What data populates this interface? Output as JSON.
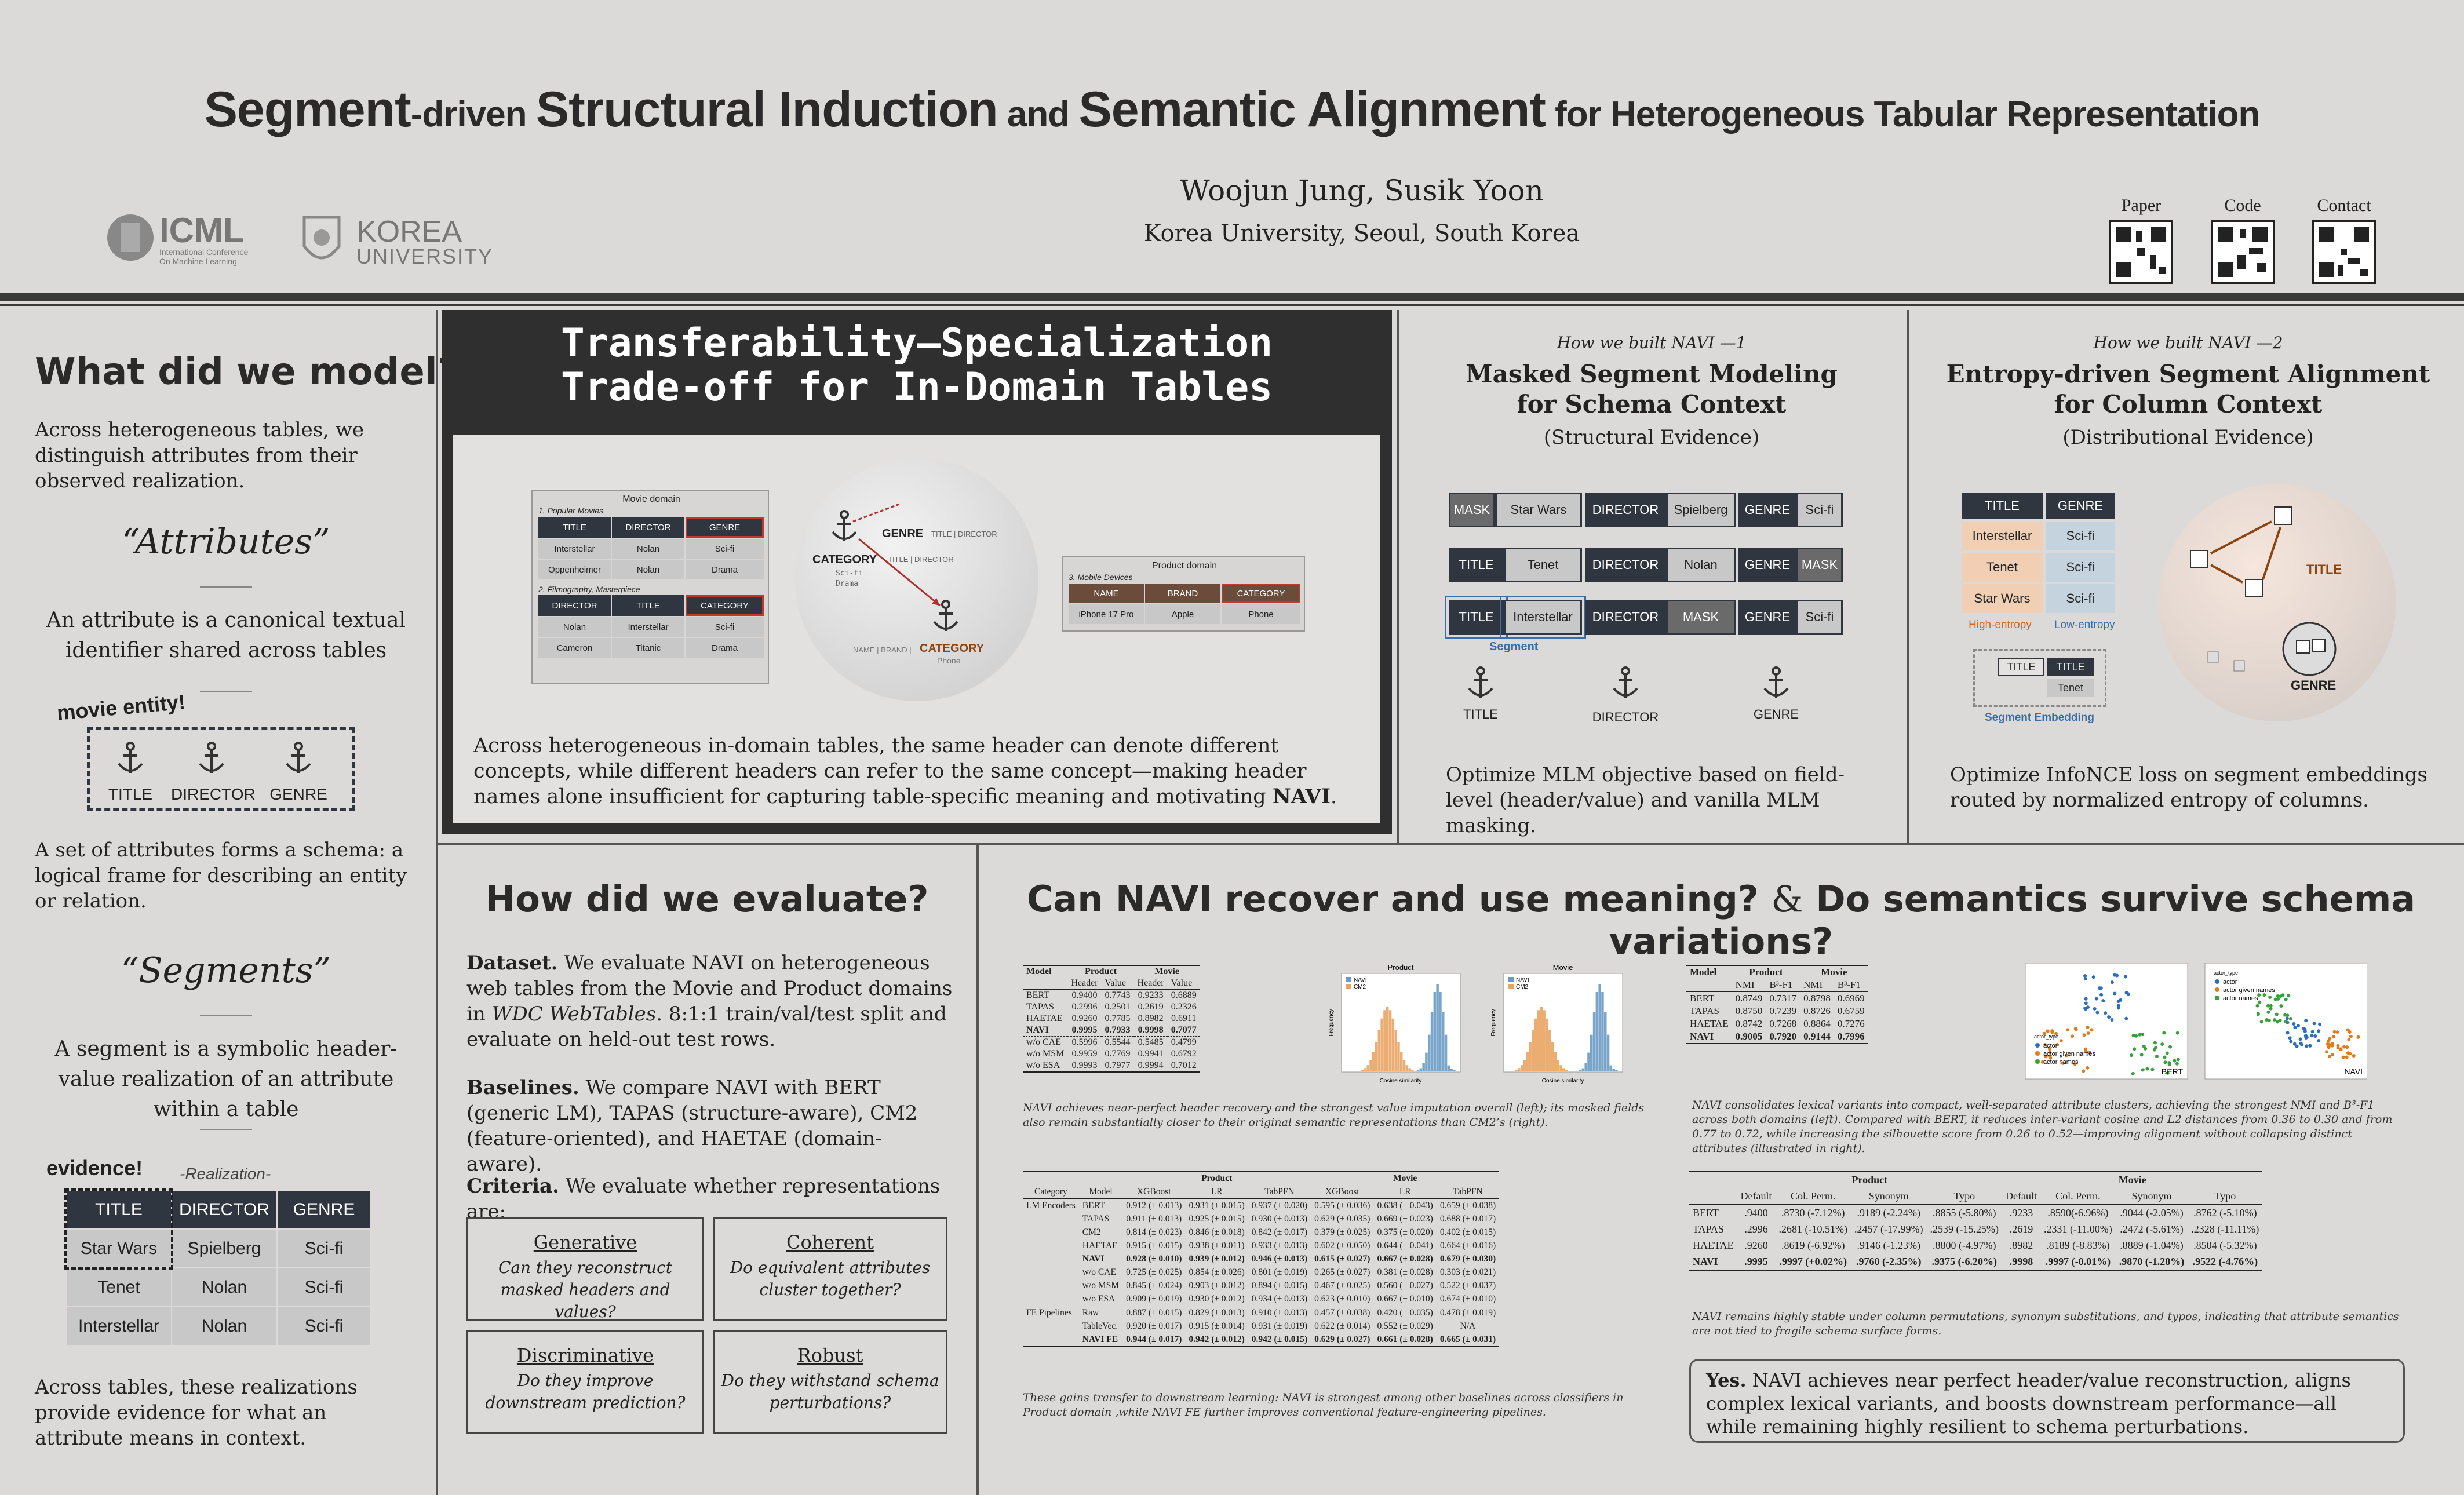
{
  "header": {
    "title_parts": [
      "Segment",
      "-driven ",
      "Structural Induction",
      " and ",
      "Semantic Alignment",
      " for Heterogeneous Tabular Representation"
    ],
    "authors": "Woojun Jung, Susik Yoon",
    "affiliation": "Korea University, Seoul, South Korea",
    "icml": "ICML",
    "icml_sub1": "International Conference",
    "icml_sub2": "On Machine Learning",
    "korea": "KOREA",
    "university": "UNIVERSITY",
    "links": [
      "Paper",
      "Code",
      "Contact"
    ]
  },
  "left": {
    "heading": "What did we model?",
    "intro": "Across heterogeneous tables, we distinguish attributes from their observed realization.",
    "attr_title": "“Attributes”",
    "attr_desc": "An attribute is a canonical textual identifier shared across tables",
    "movie_entity": "movie entity!",
    "anchors": [
      "TITLE",
      "DIRECTOR",
      "GENRE"
    ],
    "schema_desc": "A set of attributes forms a schema: a logical frame for describing an entity or relation.",
    "seg_title": "“Segments”",
    "seg_desc": "A segment is a symbolic header-value realization of an attribute within a table",
    "evidence": "evidence!",
    "realization": "-Realization-",
    "table_head": [
      "TITLE",
      "DIRECTOR",
      "GENRE"
    ],
    "table_rows": [
      [
        "Star Wars",
        "Spielberg",
        "Sci-fi"
      ],
      [
        "Tenet",
        "Nolan",
        "Sci-fi"
      ],
      [
        "Interstellar",
        "Nolan",
        "Sci-fi"
      ]
    ],
    "closing": "Across tables, these realizations provide evidence for what an attribute means in context."
  },
  "trade": {
    "title1": "Transferability–Specialization",
    "title2": "Trade-off for In-Domain Tables",
    "movie_domain": "Movie domain",
    "popular": "1. Popular Movies",
    "t1_head": [
      "TITLE",
      "DIRECTOR",
      "GENRE"
    ],
    "t1_rows": [
      [
        "Interstellar",
        "Nolan",
        "Sci-fi"
      ],
      [
        "Oppenheimer",
        "Nolan",
        "Drama"
      ]
    ],
    "filmo": "2. Filmography, Masterpiece",
    "t2_head": [
      "DIRECTOR",
      "TITLE",
      "CATEGORY"
    ],
    "t2_rows": [
      [
        "Nolan",
        "Interstellar",
        "Sci-fi"
      ],
      [
        "Cameron",
        "Titanic",
        "Drama"
      ]
    ],
    "sphere_genre": "GENRE",
    "sphere_genre_sub": "TITLE | DIRECTOR",
    "sphere_cat": "CATEGORY",
    "sphere_cat_sub": "TITLE | DIRECTOR",
    "scifi": "Sci-fi",
    "drama": "Drama",
    "sphere_cat2": "CATEGORY",
    "sphere_cat2_sub": "NAME | BRAND |",
    "phone": "Phone",
    "product_domain": "Product domain",
    "mobile": "3. Mobile Devices",
    "t3_head": [
      "NAME",
      "BRAND",
      "CATEGORY"
    ],
    "t3_row": [
      "iPhone 17 Pro",
      "Apple",
      "Phone"
    ],
    "desc": "Across heterogeneous in-domain tables, the same header can denote different concepts, while different headers can refer to the same concept—making header names alone insufficient for capturing table-specific meaning and motivating ",
    "desc_bold": "NAVI",
    "desc_end": "."
  },
  "msm": {
    "kicker": "How we built NAVI —1",
    "title1": "Masked Segment Modeling",
    "title2": "for Schema Context",
    "sub": "(Structural Evidence)",
    "rows": [
      [
        "MASK",
        "Star Wars",
        "DIRECTOR",
        "Spielberg",
        "GENRE",
        "Sci-fi"
      ],
      [
        "TITLE",
        "Tenet",
        "DIRECTOR",
        "Nolan",
        "GENRE",
        "MASK"
      ],
      [
        "TITLE",
        "Interstellar",
        "DIRECTOR",
        "MASK",
        "GENRE",
        "Sci-fi"
      ]
    ],
    "segment": "Segment",
    "anchors": [
      "TITLE",
      "DIRECTOR",
      "GENRE"
    ],
    "desc": "Optimize MLM objective based on field-level (header/value) and vanilla MLM masking."
  },
  "esa": {
    "kicker": "How we built NAVI —2",
    "title1": "Entropy-driven Segment Alignment",
    "title2": "for Column Context",
    "sub": "(Distributional Evidence)",
    "head": [
      "TITLE",
      "GENRE"
    ],
    "rows": [
      [
        "Interstellar",
        "Sci-fi"
      ],
      [
        "Tenet",
        "Sci-fi"
      ],
      [
        "Star Wars",
        "Sci-fi"
      ]
    ],
    "high": "High-entropy",
    "low": "Low-entropy",
    "seg_emb": "Segment Embedding",
    "seg_cells": [
      "TITLE",
      "TITLE",
      "Tenet"
    ],
    "sphere_title": "TITLE",
    "sphere_genre": "GENRE",
    "desc": "Optimize InfoNCE loss on segment embeddings routed by normalized entropy of columns."
  },
  "eval": {
    "heading": "How did we evaluate?",
    "dataset_b": "Dataset.",
    "dataset": " We evaluate NAVI on heterogeneous web tables from the Movie and Product domains in ",
    "dataset_i": "WDC WebTables",
    "dataset_end": ". 8:1:1 train/val/test split and evaluate on held-out test rows.",
    "baselines_b": "Baselines.",
    "baselines": " We compare NAVI with BERT (generic LM), TAPAS (structure-aware), CM2 (feature-oriented), and HAETAE (domain-aware).",
    "criteria_b": "Criteria.",
    "criteria": " We evaluate whether representations are:",
    "boxes": [
      {
        "h": "Generative",
        "d": "Can they reconstruct masked headers and values?"
      },
      {
        "h": "Coherent",
        "d": "Do equivalent attributes cluster together?"
      },
      {
        "h": "Discriminative",
        "d": "Do they improve downstream prediction?"
      },
      {
        "h": "Robust",
        "d": "Do they withstand schema perturbations?"
      }
    ]
  },
  "results": {
    "heading_a": "Can NAVI recover and use meaning?",
    "amp": "&",
    "heading_b": "Do semantics survive schema variations?",
    "rec_table": {
      "cols": [
        "Model",
        "Product",
        "",
        "Movie",
        ""
      ],
      "sub": [
        "",
        "Header",
        "Value",
        "Header",
        "Value"
      ],
      "rows": [
        [
          "BERT",
          "0.9400",
          "0.7743",
          "0.9233",
          "0.6889"
        ],
        [
          "TAPAS",
          "0.2996",
          "0.2501",
          "0.2619",
          "0.2326"
        ],
        [
          "HAETAE",
          "0.9260",
          "0.7785",
          "0.8982",
          "0.6911"
        ],
        [
          "NAVI",
          "0.9995",
          "0.7933",
          "0.9998",
          "0.7077"
        ],
        [
          "w/o CAE",
          "0.5996",
          "0.5544",
          "0.5485",
          "0.4799"
        ],
        [
          "w/o MSM",
          "0.9959",
          "0.7769",
          "0.9941",
          "0.6792"
        ],
        [
          "w/o ESA",
          "0.9993",
          "0.7977",
          "0.9994",
          "0.7012"
        ]
      ]
    },
    "hist_titles": [
      "Product",
      "Movie"
    ],
    "hist_legend": [
      "NAVI",
      "CM2"
    ],
    "hist_x": "Cosine similarity",
    "hist_y": "Frequency",
    "rec_caption": "NAVI achieves near-perfect header recovery and the strongest value imputation overall (left); its masked fields also remain substantially closer to their original semantic representations than CM2’s (right).",
    "clu_table": {
      "cols": [
        "Model",
        "Product",
        "",
        "Movie",
        ""
      ],
      "sub": [
        "",
        "NMI",
        "B³-F1",
        "NMI",
        "B³-F1"
      ],
      "rows": [
        [
          "BERT",
          "0.8749",
          "0.7317",
          "0.8798",
          "0.6969"
        ],
        [
          "TAPAS",
          "0.8750",
          "0.7239",
          "0.8726",
          "0.6759"
        ],
        [
          "HAETAE",
          "0.8742",
          "0.7268",
          "0.8864",
          "0.7276"
        ],
        [
          "NAVI",
          "0.9005",
          "0.7920",
          "0.9144",
          "0.7996"
        ]
      ]
    },
    "scatter_legend": [
      "actor_type",
      "actor",
      "actor given names",
      "actor names"
    ],
    "scatter_labels": [
      "BERT",
      "NAVI"
    ],
    "clu_caption": "NAVI consolidates lexical variants into compact, well-separated attribute clusters, achieving the strongest NMI and B³-F1 across both domains (left). Compared with BERT, it reduces inter-variant cosine and L2 distances from 0.36 to 0.30 and from 0.77 to 0.72, while increasing the silhouette score from 0.26 to 0.52—improving alignment without collapsing distinct attributes (illustrated in right).",
    "down_table": {
      "top": [
        "",
        "",
        "Product",
        "",
        "",
        "Movie",
        "",
        ""
      ],
      "cols": [
        "Category",
        "Model",
        "XGBoost",
        "LR",
        "TabPFN",
        "XGBoost",
        "LR",
        "TabPFN"
      ],
      "rows": [
        [
          "LM Encoders",
          "BERT",
          "0.912 (± 0.013)",
          "0.931 (± 0.015)",
          "0.937 (± 0.020)",
          "0.595 (± 0.036)",
          "0.638 (± 0.043)",
          "0.659 (± 0.038)"
        ],
        [
          "",
          "TAPAS",
          "0.911 (± 0.013)",
          "0.925 (± 0.015)",
          "0.930 (± 0.013)",
          "0.629 (± 0.035)",
          "0.669 (± 0.023)",
          "0.688 (± 0.017)"
        ],
        [
          "",
          "CM2",
          "0.814 (± 0.023)",
          "0.846 (± 0.018)",
          "0.842 (± 0.017)",
          "0.379 (± 0.025)",
          "0.375 (± 0.020)",
          "0.402 (± 0.015)"
        ],
        [
          "",
          "HAETAE",
          "0.915 (± 0.015)",
          "0.938 (± 0.011)",
          "0.933 (± 0.013)",
          "0.602 (± 0.050)",
          "0.644 (± 0.041)",
          "0.664 (± 0.016)"
        ],
        [
          "",
          "NAVI",
          "0.928 (± 0.010)",
          "0.939 (± 0.012)",
          "0.946 (± 0.013)",
          "0.615 (± 0.027)",
          "0.667 (± 0.028)",
          "0.679 (± 0.030)"
        ],
        [
          "",
          "w/o CAE",
          "0.725 (± 0.025)",
          "0.854 (± 0.026)",
          "0.801 (± 0.019)",
          "0.265 (± 0.027)",
          "0.381 (± 0.028)",
          "0.303 (± 0.021)"
        ],
        [
          "",
          "w/o MSM",
          "0.845 (± 0.024)",
          "0.903 (± 0.012)",
          "0.894 (± 0.015)",
          "0.467 (± 0.025)",
          "0.560 (± 0.027)",
          "0.522 (± 0.037)"
        ],
        [
          "",
          "w/o ESA",
          "0.909 (± 0.019)",
          "0.930 (± 0.012)",
          "0.934 (± 0.013)",
          "0.623 (± 0.010)",
          "0.667 (± 0.010)",
          "0.674 (± 0.010)"
        ],
        [
          "FE Pipelines",
          "Raw",
          "0.887 (± 0.015)",
          "0.829 (± 0.013)",
          "0.910 (± 0.013)",
          "0.457 (± 0.038)",
          "0.420 (± 0.035)",
          "0.478 (± 0.019)"
        ],
        [
          "",
          "TableVec.",
          "0.920 (± 0.017)",
          "0.915 (± 0.014)",
          "0.931 (± 0.019)",
          "0.622 (± 0.014)",
          "0.552 (± 0.029)",
          "N/A"
        ],
        [
          "",
          "NAVI FE",
          "0.944 (± 0.017)",
          "0.942 (± 0.012)",
          "0.942 (± 0.015)",
          "0.629 (± 0.027)",
          "0.661 (± 0.028)",
          "0.665 (± 0.031)"
        ]
      ]
    },
    "down_caption": "These gains transfer to downstream learning: NAVI is strongest among other baselines across classifiers in Product domain ,while NAVI FE further improves conventional feature-engineering pipelines.",
    "rob_table": {
      "top": [
        "",
        "Product",
        "",
        "",
        "",
        "Movie",
        "",
        "",
        ""
      ],
      "cols": [
        "",
        "Default",
        "Col. Perm.",
        "Synonym",
        "Typo",
        "Default",
        "Col. Perm.",
        "Synonym",
        "Typo"
      ],
      "rows": [
        [
          "BERT",
          ".9400",
          ".8730 (-7.12%)",
          ".9189 (-2.24%)",
          ".8855 (-5.80%)",
          ".9233",
          ".8590(-6.96%)",
          ".9044 (-2.05%)",
          ".8762 (-5.10%)"
        ],
        [
          "TAPAS",
          ".2996",
          ".2681 (-10.51%)",
          ".2457 (-17.99%)",
          ".2539 (-15.25%)",
          ".2619",
          ".2331 (-11.00%)",
          ".2472 (-5.61%)",
          ".2328 (-11.11%)"
        ],
        [
          "HAETAE",
          ".9260",
          ".8619 (-6.92%)",
          ".9146 (-1.23%)",
          ".8800 (-4.97%)",
          ".8982",
          ".8189 (-8.83%)",
          ".8889 (-1.04%)",
          ".8504 (-5.32%)"
        ],
        [
          "NAVI",
          ".9995",
          ".9997 (+0.02%)",
          ".9760 (-2.35%)",
          ".9375 (-6.20%)",
          ".9998",
          ".9997 (-0.01%)",
          ".9870 (-1.28%)",
          ".9522 (-4.76%)"
        ]
      ]
    },
    "rob_caption": "NAVI remains highly stable under column permutations, synonym substitutions, and typos, indicating that attribute semantics are not tied to fragile schema surface forms.",
    "yes_b": "Yes.",
    "yes": " NAVI achieves near perfect header/value reconstruction, aligns complex lexical variants, and boosts downstream performance—all while remaining highly resilient to schema perturbations."
  }
}
